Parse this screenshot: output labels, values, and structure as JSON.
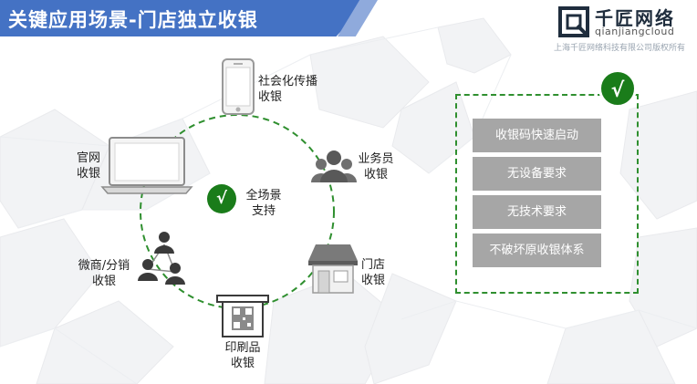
{
  "header": {
    "title": "关键应用场景-门店独立收银",
    "banner_color": "#4472c4",
    "stripe_color": "#8faadc"
  },
  "brand": {
    "name": "千匠网络",
    "subtitle": "qianjiangcloud",
    "copyright": "上海千匠网络科技有限公司版权所有"
  },
  "scenarios": {
    "center": {
      "check": "√",
      "line1": "全场景",
      "line2": "支持"
    },
    "items": [
      {
        "id": "social",
        "icon": "smartphone-icon",
        "line1": "社会化传播",
        "line2": "收银"
      },
      {
        "id": "web",
        "icon": "laptop-icon",
        "line1": "官网",
        "line2": "收银"
      },
      {
        "id": "sales",
        "icon": "team-icon",
        "line1": "业务员",
        "line2": "收银"
      },
      {
        "id": "distribution",
        "icon": "network-users-icon",
        "line1": "微商/分销",
        "line2": "收银"
      },
      {
        "id": "store",
        "icon": "storefront-icon",
        "line1": "门店",
        "line2": "收银"
      },
      {
        "id": "print",
        "icon": "qr-code-icon",
        "line1": "印刷品",
        "line2": "收银"
      }
    ]
  },
  "requirements": {
    "check": "√",
    "items": [
      "收银码快速启动",
      "无设备要求",
      "无技术要求",
      "不破坏原收银体系"
    ],
    "accent_color": "#1a7c1a",
    "item_color": "#a6a6a6"
  }
}
